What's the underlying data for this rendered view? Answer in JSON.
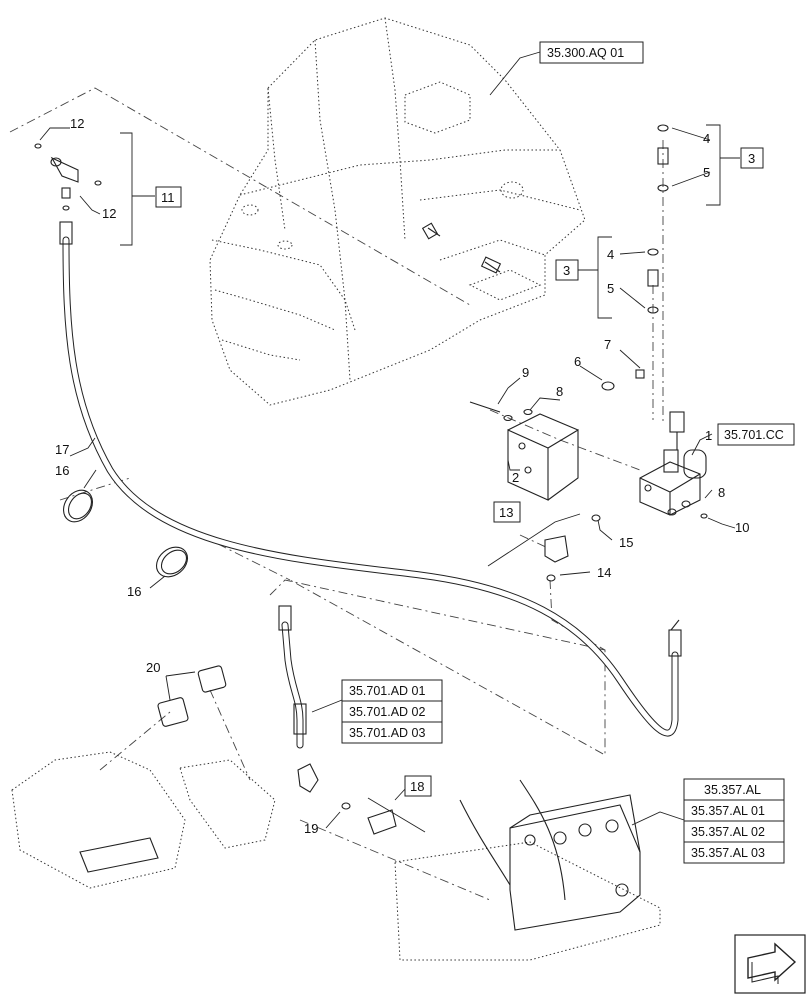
{
  "part_labels": {
    "p1": "1",
    "p2": "2",
    "p3a": "3",
    "p3b": "3",
    "p4a": "4",
    "p4b": "4",
    "p5a": "5",
    "p5b": "5",
    "p6": "6",
    "p7": "7",
    "p8a": "8",
    "p8b": "8",
    "p9": "9",
    "p10": "10",
    "p11": "11",
    "p12a": "12",
    "p12b": "12",
    "p13": "13",
    "p14": "14",
    "p15": "15",
    "p16a": "16",
    "p16b": "16",
    "p17": "17",
    "p18": "18",
    "p19": "19",
    "p20": "20"
  },
  "references": {
    "top": "35.300.AQ 01",
    "valve": "35.701.CC",
    "hose_group": [
      "35.701.AD 01",
      "35.701.AD 02",
      "35.701.AD 03"
    ],
    "control_valve_group": [
      "35.357.AL",
      "35.357.AL 01",
      "35.357.AL 02",
      "35.357.AL 03"
    ]
  },
  "icons": {
    "nav": "next-page-arrow-icon"
  }
}
